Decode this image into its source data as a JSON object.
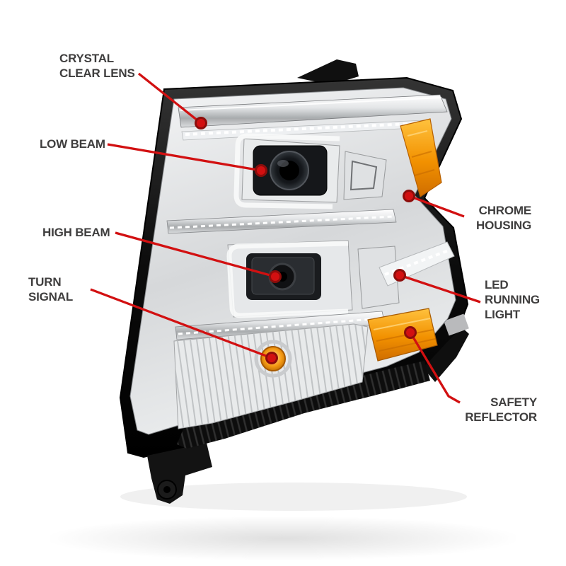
{
  "figure": {
    "type": "annotated product diagram",
    "subject": "projector headlight assembly"
  },
  "callouts": [
    {
      "id": "crystal-clear-lens",
      "label": "CRYSTAL\nCLEAR LENS"
    },
    {
      "id": "low-beam",
      "label": "LOW BEAM"
    },
    {
      "id": "high-beam",
      "label": "HIGH BEAM"
    },
    {
      "id": "turn-signal",
      "label": "TURN\nSIGNAL"
    },
    {
      "id": "chrome-housing",
      "label": "CHROME\nHOUSING"
    },
    {
      "id": "led-running-light",
      "label": "LED\nRUNNING\nLIGHT"
    },
    {
      "id": "safety-reflector",
      "label": "SAFETY\nREFLECTOR"
    }
  ],
  "colors": {
    "callout_line": "#d21011",
    "callout_dot_ring": "#8c0d0b",
    "label_text": "#3f3e3e",
    "amber": "#f29100",
    "chrome": "#d9dbdd",
    "housing_black": "#111111",
    "background": "#ffffff"
  }
}
